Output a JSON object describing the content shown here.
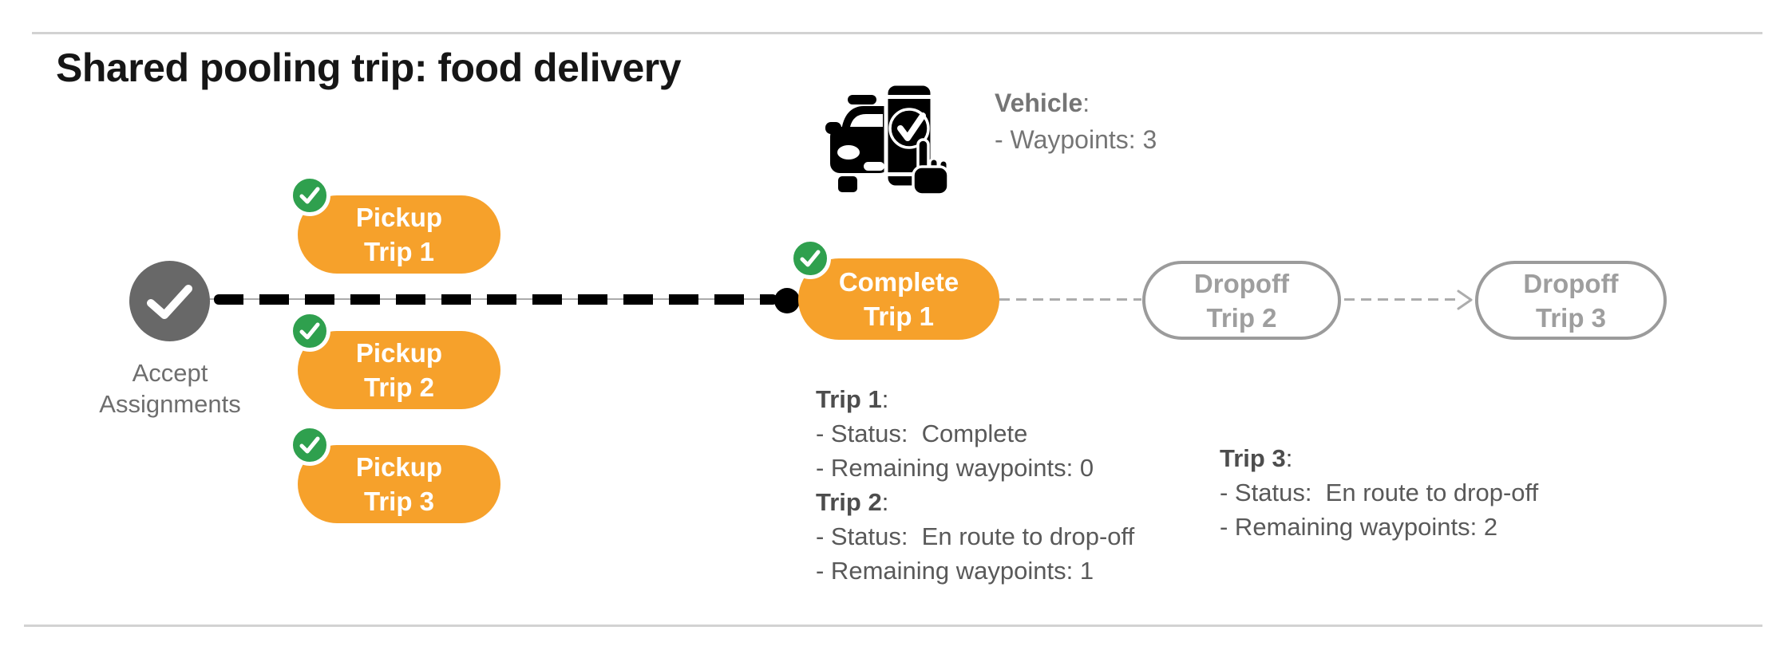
{
  "page": {
    "title": "Shared pooling trip: food delivery"
  },
  "vehicle": {
    "icon": "car-phone-check-icon",
    "heading": "Vehicle",
    "heading_suffix": ":",
    "waypoints": "- Waypoints: 3"
  },
  "flow": {
    "start": {
      "icon": "check-icon",
      "line1": "Accept",
      "line2": "Assignments"
    },
    "pickups": [
      {
        "badge_icon": "check-badge-icon",
        "line1": "Pickup",
        "line2": "Trip 1"
      },
      {
        "badge_icon": "check-badge-icon",
        "line1": "Pickup",
        "line2": "Trip 2"
      },
      {
        "badge_icon": "check-badge-icon",
        "line1": "Pickup",
        "line2": "Trip 3"
      }
    ],
    "complete": {
      "badge_icon": "check-badge-icon",
      "line1": "Complete",
      "line2": "Trip 1"
    },
    "dropoffs": [
      {
        "line1": "Dropoff",
        "line2": "Trip 2"
      },
      {
        "line1": "Dropoff",
        "line2": "Trip 3"
      }
    ],
    "connector_arrow_icon": "arrow-right-icon"
  },
  "details": {
    "left": [
      {
        "heading": "Trip 1",
        "suffix": ":",
        "status": "- Status:  Complete",
        "waypoints": "- Remaining waypoints: 0"
      },
      {
        "heading": "Trip 2",
        "suffix": ":",
        "status": "- Status:  En route to drop-off",
        "waypoints": "- Remaining waypoints: 1"
      }
    ],
    "right": [
      {
        "heading": "Trip 3",
        "suffix": ":",
        "status": "- Status:  En route to drop-off",
        "waypoints": "- Remaining waypoints: 2"
      }
    ]
  },
  "colors": {
    "orange": "#F6A12B",
    "green": "#2FA04E",
    "node-gray": "#686868",
    "outline-gray": "#9B9B9B",
    "muted-text": "#757575",
    "detail-text": "#595959",
    "detail-heading": "#4D4D4D",
    "rule": "#D2D2D2",
    "dash-black": "#000000",
    "connector-gray": "#ACACAC"
  }
}
